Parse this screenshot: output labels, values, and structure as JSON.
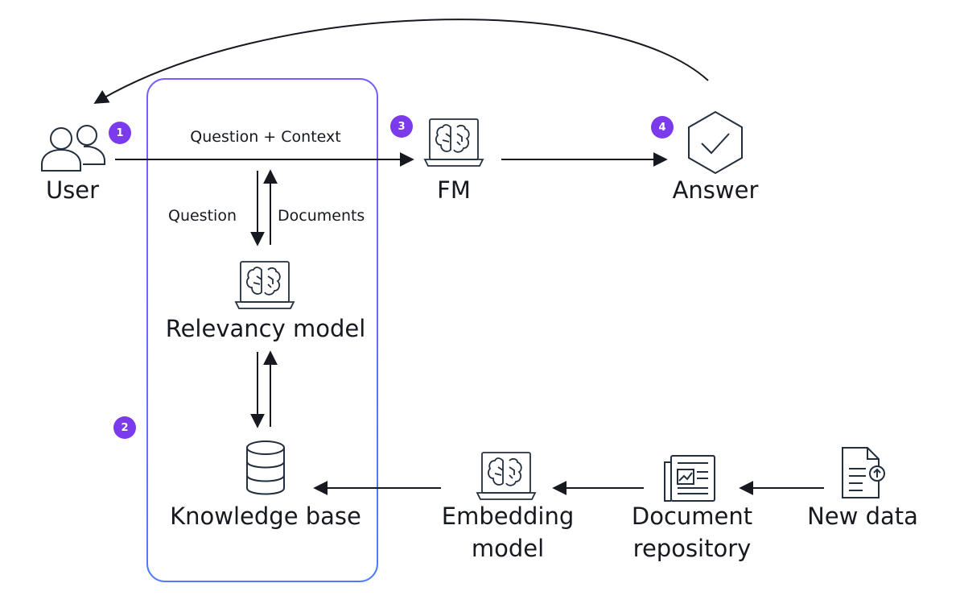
{
  "nodes": {
    "user": "User",
    "fm": "FM",
    "answer": "Answer",
    "relevancy_model": "Relevancy model",
    "knowledge_base": "Knowledge base",
    "embedding_model_line1": "Embedding",
    "embedding_model_line2": "model",
    "document_repository_line1": "Document",
    "document_repository_line2": "repository",
    "new_data": "New data"
  },
  "edges": {
    "question_context": "Question + Context",
    "question": "Question",
    "documents": "Documents"
  },
  "steps": [
    "1",
    "2",
    "3",
    "4"
  ],
  "colors": {
    "accent": "#7c3aed",
    "box_border_top": "#6b5bff",
    "box_border_bottom": "#3b82f6",
    "stroke": "#232f3e"
  },
  "icons": [
    "users-icon",
    "ai-brain-laptop-icon",
    "checkmark-hexagon-icon",
    "database-icon",
    "newspaper-icon",
    "document-upload-icon"
  ]
}
